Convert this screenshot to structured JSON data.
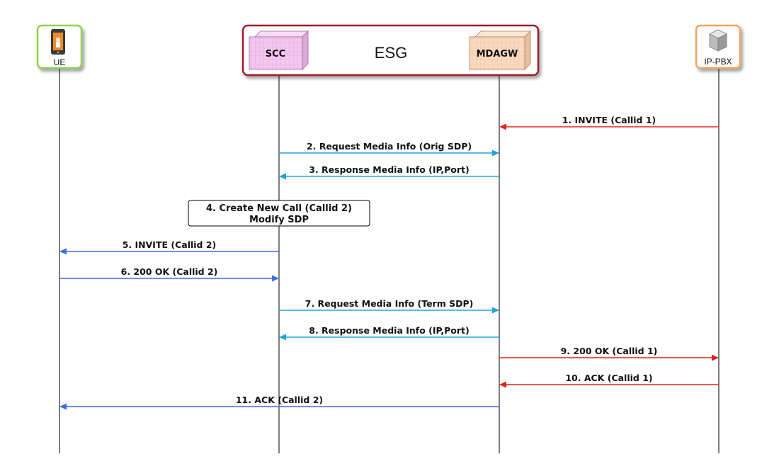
{
  "participants": {
    "ue": "UE",
    "scc": "SCC",
    "esg": "ESG",
    "mdagw": "MDAGW",
    "ippbx": "IP-PBX"
  },
  "note": {
    "line1": "4. Create New Call (Callid 2)",
    "line2": "Modify SDP"
  },
  "messages": [
    {
      "label": "1. INVITE (Callid 1)",
      "from": "ippbx",
      "to": "mdagw",
      "color": "#e0241c"
    },
    {
      "label": "2. Request Media Info (Orig SDP)",
      "from": "scc",
      "to": "mdagw",
      "color": "#1fa3e0"
    },
    {
      "label": "3. Response Media Info (IP,Port)",
      "from": "mdagw",
      "to": "scc",
      "color": "#1fa3e0"
    },
    {
      "label": "5. INVITE (Callid 2)",
      "from": "scc",
      "to": "ue",
      "color": "#3b6fe0"
    },
    {
      "label": "6. 200 OK (Callid 2)",
      "from": "ue",
      "to": "scc",
      "color": "#3b6fe0"
    },
    {
      "label": "7. Request Media Info (Term SDP)",
      "from": "scc",
      "to": "mdagw",
      "color": "#1fa3e0"
    },
    {
      "label": "8. Response Media Info (IP,Port)",
      "from": "mdagw",
      "to": "scc",
      "color": "#1fa3e0"
    },
    {
      "label": "9. 200 OK (Callid 1)",
      "from": "mdagw",
      "to": "ippbx",
      "color": "#e0241c"
    },
    {
      "label": "10. ACK (Callid 1)",
      "from": "ippbx",
      "to": "mdagw",
      "color": "#e0241c"
    },
    {
      "label": "11. ACK (Callid 2)",
      "from": "mdagw",
      "to": "ue",
      "color": "#3b6fe0"
    }
  ],
  "colors": {
    "ue_border": "#8fd14f",
    "ippbx_border": "#f4a460",
    "esg_border": "#a01c2c",
    "scc_fill": "#f3c6f0",
    "mdagw_fill": "#fbd9bf"
  },
  "icons": {
    "ue": "mobile-phone-icon",
    "ippbx": "server-cube-icon"
  }
}
